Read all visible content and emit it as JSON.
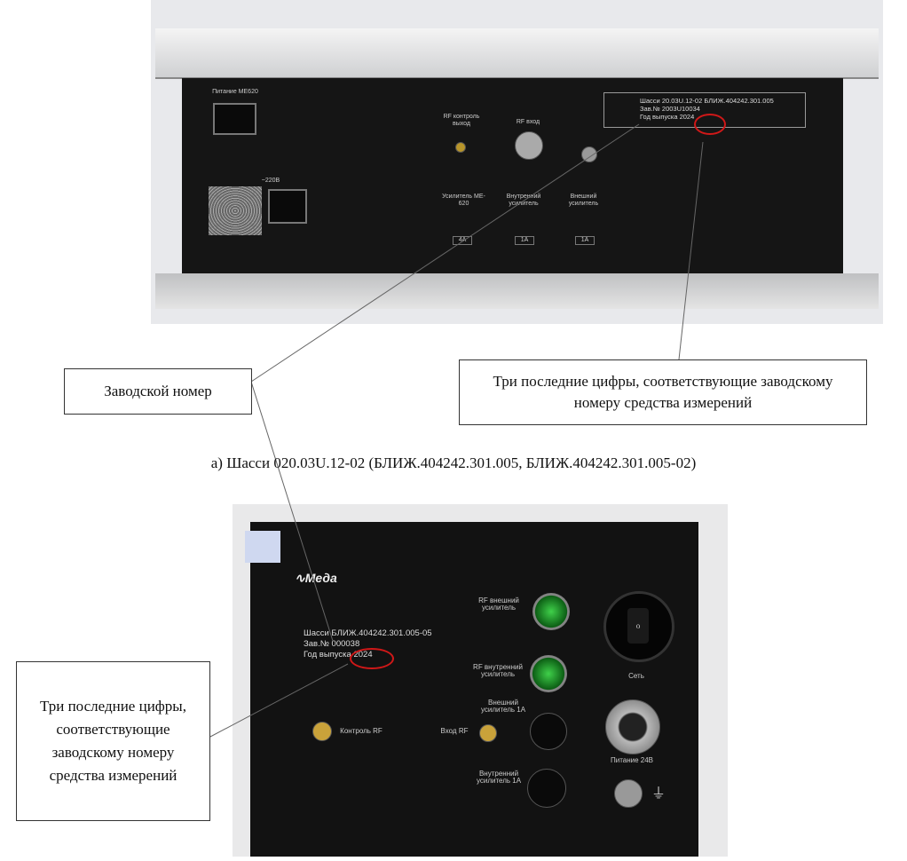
{
  "top_device": {
    "power_label": "Питание ME620",
    "mains_label": "~220В",
    "rf_control_label": "RF контроль выход",
    "rf_input_label": "RF вход",
    "amp_label": "Усилитель ME-620",
    "internal_amp_label": "Внутренний усилитель",
    "external_amp_label": "Внешний усилитель",
    "fuse_1": "4A",
    "fuse_2": "1A",
    "fuse_3": "1A",
    "plate_line1": "Шасси 20.03U.12-02 БЛИЖ.404242.301.005",
    "plate_line2": "Зав.№ 2003U10034",
    "plate_line3_prefix": "Год выпуска",
    "plate_year": "2024"
  },
  "callouts": {
    "serial": "Заводской номер",
    "digits_top": "Три последние цифры, соответствующие заводскому номеру средства измерений",
    "digits_bottom": "Три последние цифры, соответствующие заводскому номеру средства измерений"
  },
  "caption": "а) Шасси 020.03U.12-02 (БЛИЖ.404242.301.005, БЛИЖ.404242.301.005-02)",
  "bottom_device": {
    "plate_line1": "Шасси БЛИЖ.404242.301.005-05",
    "plate_line2": "Зав.№ 000038",
    "plate_line3_prefix": "Год выпуска",
    "plate_year": "2024",
    "rf_ext_label": "RF внешний усилитель",
    "rf_int_label": "RF внутренний усилитель",
    "ext_amp_fuse_label": "Внешний усилитель 1А",
    "int_amp_fuse_label": "Внутренний усилитель 1А",
    "rf_control_label": "Контроль RF",
    "rf_input_label": "Вход RF",
    "switch_label": "Сеть",
    "power_label": "Питание 24В"
  }
}
